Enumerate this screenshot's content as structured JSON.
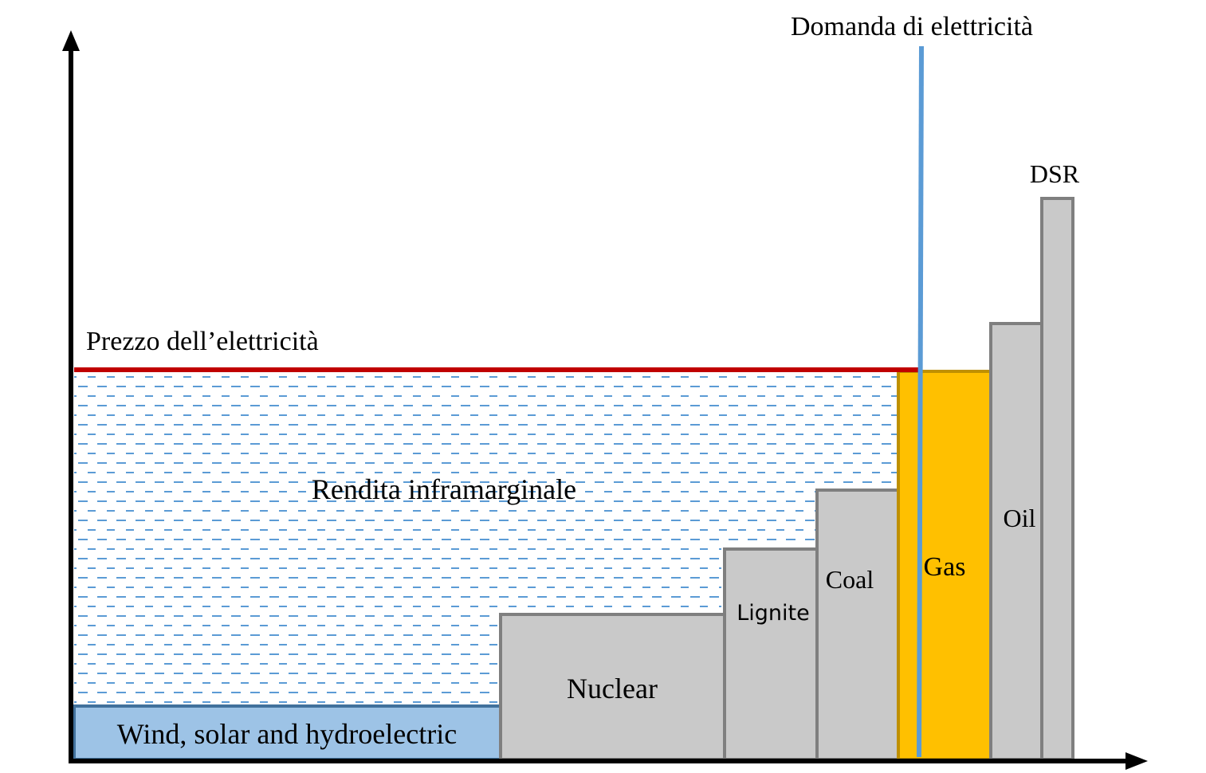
{
  "labels": {
    "demand": "Domanda di elettricità",
    "price": "Prezzo dell’elettricità",
    "rent": "Rendita inframarginale",
    "dsr": "DSR"
  },
  "blocks": [
    {
      "key": "renewables",
      "label": "Wind, solar and hydroelectric",
      "fill": "#9dc3e6",
      "stroke": "#41719c"
    },
    {
      "key": "nuclear",
      "label": "Nuclear",
      "fill": "#c9c9c9",
      "stroke": "#7f7f7f"
    },
    {
      "key": "lignite",
      "label": "Lignite",
      "fill": "#c9c9c9",
      "stroke": "#7f7f7f"
    },
    {
      "key": "coal",
      "label": "Coal",
      "fill": "#c9c9c9",
      "stroke": "#7f7f7f"
    },
    {
      "key": "gas",
      "label": "Gas",
      "fill": "#ffc000",
      "stroke": "#bf9000"
    },
    {
      "key": "oil",
      "label": "Oil",
      "fill": "#c9c9c9",
      "stroke": "#7f7f7f"
    },
    {
      "key": "dsr",
      "label": "",
      "fill": "#c9c9c9",
      "stroke": "#7f7f7f"
    }
  ],
  "colors": {
    "price_line": "#c00000",
    "demand_line": "#5b9bd5",
    "rent_dash": "#5b9bd5",
    "axis": "#000000"
  }
}
